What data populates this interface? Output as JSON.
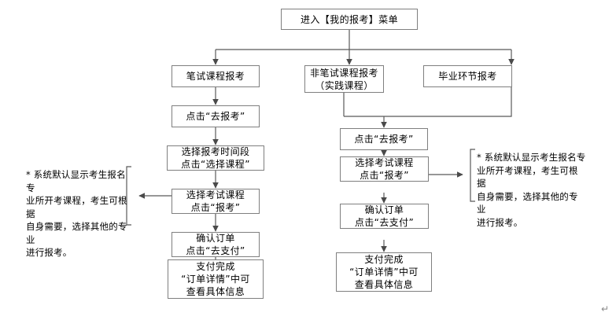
{
  "document": {
    "type": "flowchart",
    "language": "zh-CN",
    "paragraph_mark": "↵",
    "colors": {
      "stroke": "#7f7f7f",
      "wire": "#595959",
      "text": "#000000",
      "background": "#ffffff"
    }
  },
  "nodes": {
    "start": {
      "label": "进入【我的报考】菜单"
    },
    "branch_written": {
      "label": "笔试课程报考"
    },
    "branch_nonwritten": {
      "label": "非笔试课程报考\n（实践课程）"
    },
    "branch_graduation": {
      "label": "毕业环节报考"
    },
    "left_apply": {
      "label": "点击“去报考”"
    },
    "left_period": {
      "label": "选择报考时间段\n点击“选择课程”"
    },
    "left_course": {
      "label": "选择考试课程\n点击“报考”"
    },
    "left_order": {
      "label": "确认订单\n点击“去支付”"
    },
    "left_done": {
      "label": "支付完成\n“订单详情”中可\n查看具体信息"
    },
    "mid_apply": {
      "label": "点击“去报考”"
    },
    "mid_course": {
      "label": "选择考试课程\n点击“报考”"
    },
    "mid_order": {
      "label": "确认订单\n点击“去支付”"
    },
    "mid_done": {
      "label": "支付完成\n“订单详情”中可\n查看具体信息"
    }
  },
  "notes": {
    "left": {
      "text": "* 系统默认显示考生报名专\n业所开考课程，考生可根据\n自身需要，选择其他的专业\n进行报考。"
    },
    "right": {
      "text": "* 系统默认显示考生报名专\n业所开考课程，考生可根据\n自身需要，选择其他的专业\n进行报考。"
    }
  }
}
